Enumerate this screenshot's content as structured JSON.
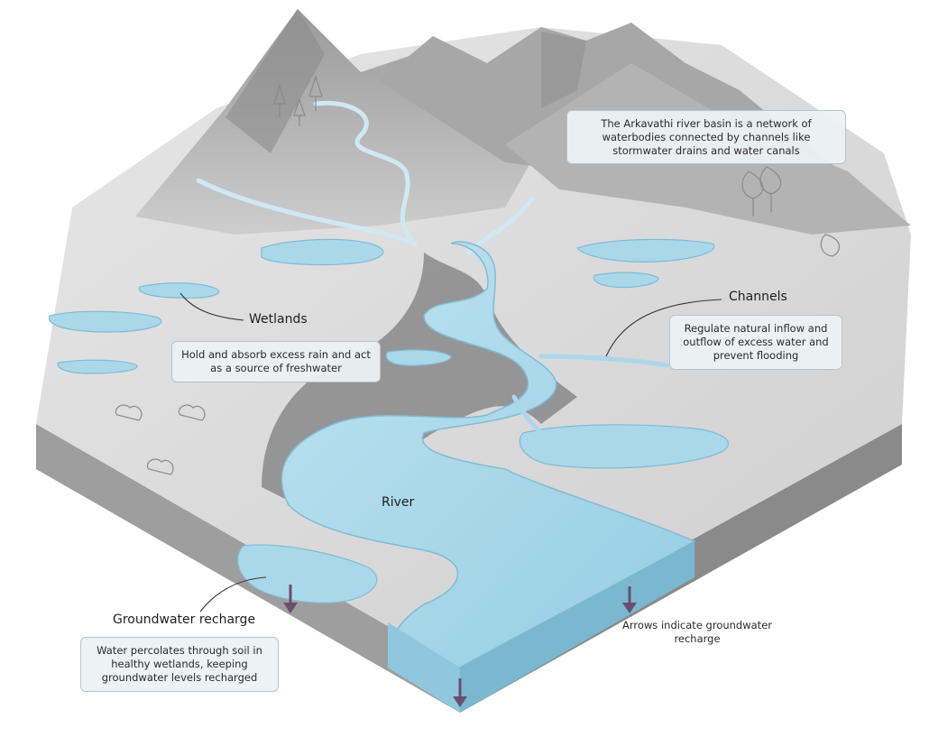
{
  "basin": {
    "description": "The Arkavathi river basin is a network of waterbodies connected by channels like stormwater drains and water canals"
  },
  "wetlands": {
    "label": "Wetlands",
    "description": "Hold and absorb excess rain and act as a source of freshwater"
  },
  "channels": {
    "label": "Channels",
    "description": "Regulate natural inflow and outflow of excess water and prevent flooding"
  },
  "river": {
    "label": "River"
  },
  "groundwater": {
    "label": "Groundwater recharge",
    "description": "Water percolates through soil in healthy wetlands, keeping groundwater levels recharged"
  },
  "legend": {
    "arrows_note": "Arrows indicate groundwater recharge"
  },
  "colors": {
    "water": "#a9d8ea",
    "water_edge": "#7fbcd4",
    "terrain": "#b7b7b7",
    "terrain_dark": "#8d8d8d",
    "arrow": "#6b4d6e"
  }
}
